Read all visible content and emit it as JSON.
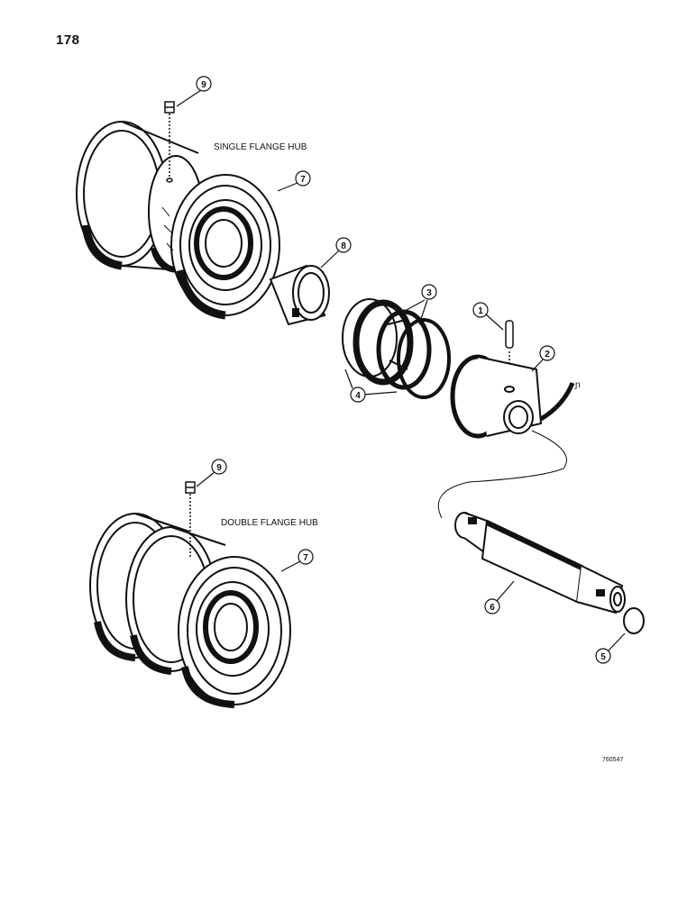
{
  "page": {
    "number": "178",
    "figure_id": "760547"
  },
  "labels": {
    "single_flange_hub": "SINGLE FLANGE HUB",
    "double_flange_hub": "DOUBLE FLANGE HUB"
  },
  "callouts": [
    "9",
    "7",
    "8",
    "3",
    "1",
    "2",
    "4",
    "6",
    "5",
    "9",
    "7"
  ],
  "colors": {
    "ink": "#111111",
    "paper": "#ffffff"
  }
}
